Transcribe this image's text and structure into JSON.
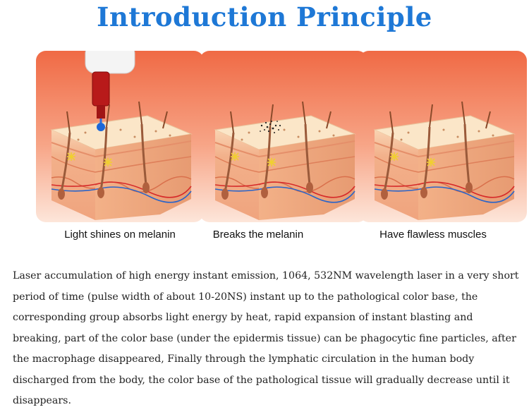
{
  "title": "Introduction Principle",
  "panels": [
    {
      "caption": "Light shines on melanin",
      "icon": "laser-handpiece-skin-illustration"
    },
    {
      "caption": "Breaks the melanin",
      "icon": "melanin-breaking-skin-illustration"
    },
    {
      "caption": "Have flawless muscles",
      "icon": "clear-skin-illustration"
    }
  ],
  "description": "Laser accumulation of high energy instant emission, 1064, 532NM wavelength laser in a very short period of time (pulse width of about 10-20NS) instant up to the pathological color base, the corresponding group absorbs light energy by heat, rapid expansion of instant blasting and breaking, part of the color base (under the epidermis tissue) can be phagocytic fine particles, after the macrophage disappeared, Finally through the lymphatic circulation in the human body discharged from the body, the color base of the pathological tissue will gradually decrease until it disappears.",
  "colors": {
    "title": "#1e78d6",
    "background_gradient_top": "#f37a55",
    "background_gradient_bottom": "#fde4d8",
    "skin_surface": "#fbe3c3",
    "tissue": "#f5b590",
    "melanin_spot": "#1c67d8"
  }
}
